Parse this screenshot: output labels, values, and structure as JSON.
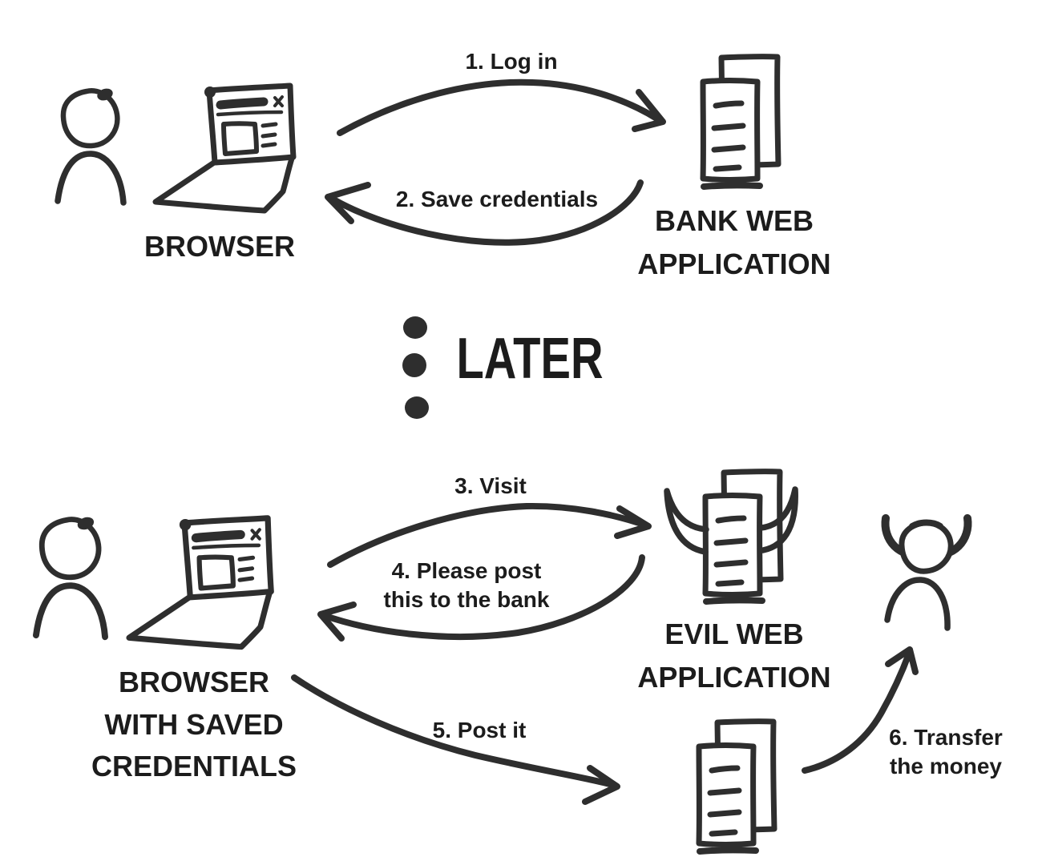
{
  "colors": {
    "background": "#ffffff",
    "ink": "#2e2e2e",
    "text": "#1c1c1c"
  },
  "scene1": {
    "browser": {
      "label": "BROWSER"
    },
    "bank": {
      "line1": "BANK WEB",
      "line2": "APPLICATION"
    },
    "arrow_login": {
      "label": "1. Log in"
    },
    "arrow_save": {
      "label": "2. Save credentials"
    }
  },
  "divider": {
    "label": "LATER"
  },
  "scene2": {
    "browser": {
      "line1": "BROWSER",
      "line2": "WITH SAVED",
      "line3": "CREDENTIALS"
    },
    "evil": {
      "line1": "EVIL WEB",
      "line2": "APPLICATION"
    },
    "arrow_visit": {
      "label": "3. Visit"
    },
    "arrow_please": {
      "line1": "4. Please post",
      "line2": "this to the bank"
    },
    "arrow_post": {
      "label": "5. Post it"
    },
    "arrow_transfer": {
      "line1": "6. Transfer",
      "line2": "the money"
    }
  }
}
